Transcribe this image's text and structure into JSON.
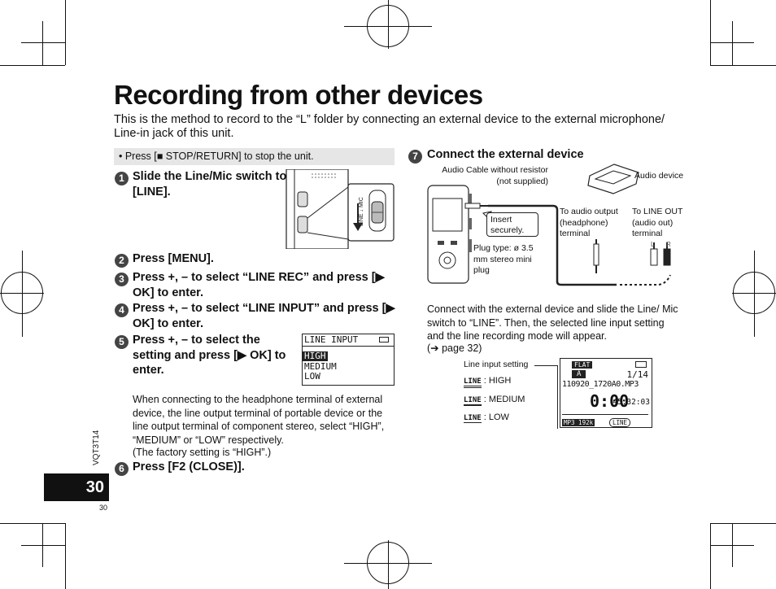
{
  "title": "Recording from other devices",
  "intro": "This is the method to record to the “L” folder by connecting an external device to the external microphone/ Line-in jack of this unit.",
  "note": "•  Press [■ STOP/RETURN] to stop the unit.",
  "steps": {
    "s1": {
      "num": "1",
      "text": "Slide the Line/Mic switch to [LINE]."
    },
    "s2": {
      "num": "2",
      "text": "Press [MENU]."
    },
    "s3": {
      "num": "3",
      "text": "Press +, – to select “LINE REC” and press [▶ OK] to enter."
    },
    "s4": {
      "num": "4",
      "text": "Press +, – to select “LINE INPUT” and press [▶ OK] to enter."
    },
    "s5": {
      "num": "5",
      "text": "Press +, – to select the setting and press [▶ OK] to enter."
    },
    "s6": {
      "num": "6",
      "text": "Press [F2 (CLOSE)]."
    },
    "s7": {
      "num": "7",
      "text": "Connect the external device"
    }
  },
  "step5_note": "When connecting to the headphone terminal of external device, the line output terminal of portable device or the line output terminal of component stereo, select “HIGH”, “MEDIUM” or “LOW” respectively.",
  "step5_default": "(The factory setting is “HIGH”.)",
  "switch_label": "LINE ↓ MIC",
  "lcd_menu": {
    "title": "LINE INPUT",
    "items": [
      "HIGH",
      "MEDIUM",
      "LOW"
    ]
  },
  "diagram": {
    "cable_label": "Audio Cable without resistor (not supplied)",
    "device_label": "Audio device",
    "insert_label": "Insert securely.",
    "plug_label": "Plug type: ø 3.5 mm stereo mini plug",
    "audio_out_label": "To audio output (headphone) terminal",
    "line_out_label": "To LINE OUT (audio out) terminal",
    "lr_l": "L",
    "lr_r": "R"
  },
  "connect_text": "Connect with the external device and slide the Line/ Mic switch to “LINE”. Then, the selected line input setting and the line recording mode will appear.",
  "page_ref": "(➔ page 32)",
  "line_setting_label": "Line input setting",
  "line_levels": [
    ": HIGH",
    ": MEDIUM",
    ": LOW"
  ],
  "line_icon": "LINE",
  "display": {
    "mode": "FLAT",
    "folder": "A",
    "track": "1/14",
    "filename": "110920_1720A0.MP3",
    "time": "0:00",
    "remain": "45:32:03",
    "format": "MP3 192k",
    "line": "LINE"
  },
  "page_number": "30",
  "page_small": "30",
  "model_code": "VQT3T14"
}
